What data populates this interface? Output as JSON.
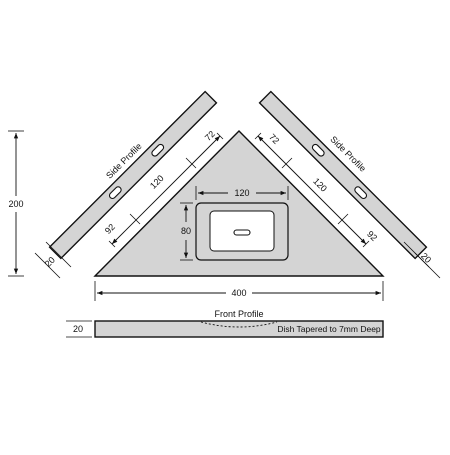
{
  "diagram": {
    "labels": {
      "side_profile_left": "Side Profile",
      "side_profile_right": "Side Profile",
      "front_profile": "Front Profile",
      "dish_note": "Dish Tapered to 7mm Deep"
    },
    "dimensions": {
      "height": "200",
      "width": "400",
      "basin_width": "120",
      "basin_depth": "80",
      "thickness_left": "20",
      "thickness_right": "20",
      "thickness_front": "20",
      "left_top": "72",
      "left_mid": "120",
      "left_bottom": "92",
      "right_top": "72",
      "right_mid": "120",
      "right_bottom": "92"
    }
  }
}
